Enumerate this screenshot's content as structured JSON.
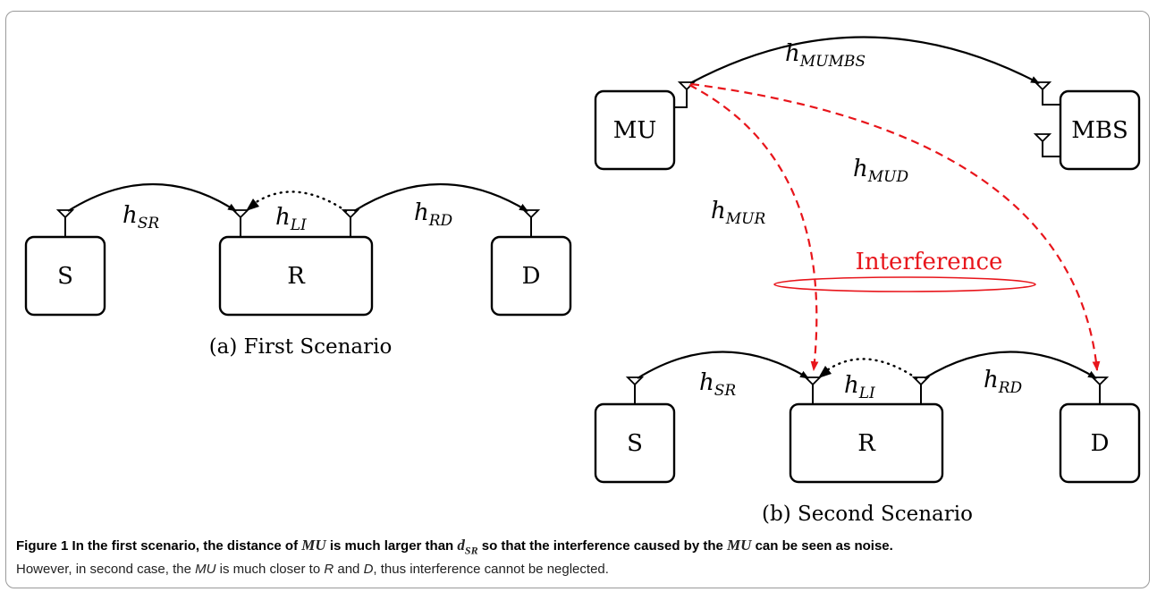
{
  "scenario_a": {
    "caption": "(a) First Scenario",
    "nodes": {
      "s": "S",
      "r": "R",
      "d": "D"
    },
    "links": {
      "sr": {
        "base": "h",
        "sub": "SR"
      },
      "li": {
        "base": "h",
        "sub": "LI"
      },
      "rd": {
        "base": "h",
        "sub": "RD"
      }
    }
  },
  "scenario_b": {
    "caption": "(b) Second Scenario",
    "nodes": {
      "mu": "MU",
      "mbs": "MBS",
      "s": "S",
      "r": "R",
      "d": "D"
    },
    "links": {
      "mumbs": {
        "base": "h",
        "sub": "MUMBS"
      },
      "mud": {
        "base": "h",
        "sub": "MUD"
      },
      "mur": {
        "base": "h",
        "sub": "MUR"
      },
      "sr": {
        "base": "h",
        "sub": "SR"
      },
      "li": {
        "base": "h",
        "sub": "LI"
      },
      "rd": {
        "base": "h",
        "sub": "RD"
      }
    },
    "interference_label": "Interference"
  },
  "colors": {
    "interference": "#e8151b",
    "line": "#000000",
    "frame": "#9a9a9a"
  },
  "figure_caption": {
    "label": "Figure 1",
    "bold_part1": "In the first scenario, the distance of",
    "mu1": "MU",
    "bold_part2": "is much larger than",
    "dsr_base": "d",
    "dsr_sub": "SR",
    "bold_part3": "so that the interference caused by the",
    "mu2": "MU",
    "bold_part4": "can be seen as noise.",
    "line2_part1": "However, in second case, the",
    "mu3": "MU",
    "line2_part2": "is much closer to",
    "r": "R",
    "line2_part3": "and",
    "d": "D",
    "line2_part4": ", thus interference cannot be neglected."
  }
}
